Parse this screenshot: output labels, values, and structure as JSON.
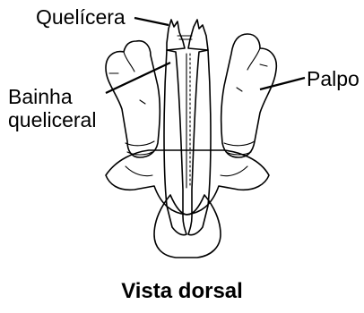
{
  "labels": {
    "quelicera": "Quelícera",
    "bainha_line1": "Bainha",
    "bainha_line2": "queliceral",
    "palpo": "Palpo"
  },
  "caption": "Vista dorsal"
}
